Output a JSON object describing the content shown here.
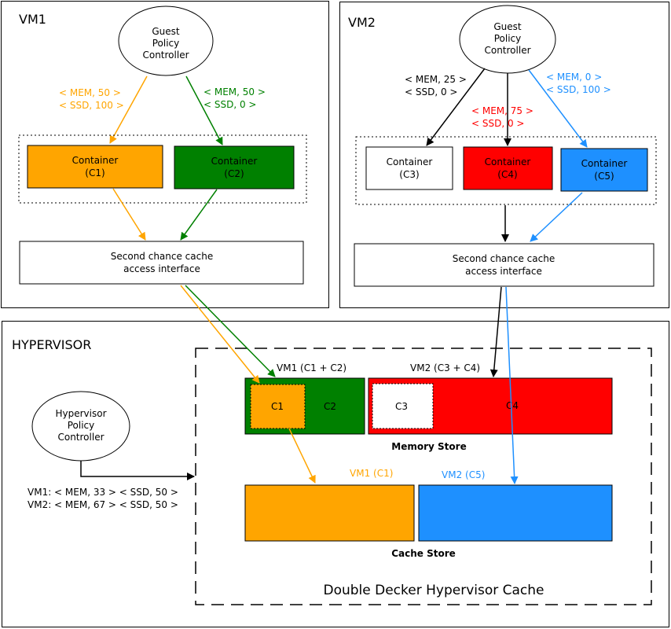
{
  "colors": {
    "orange": "#ffa500",
    "green": "#008000",
    "red": "#ff0000",
    "blue": "#1e90ff",
    "black": "#000000",
    "white": "#ffffff"
  },
  "vm1": {
    "title": "VM1",
    "controller": [
      "Guest",
      "Policy",
      "Controller"
    ],
    "label_c1": [
      "< MEM, 50 >",
      "< SSD, 100 >"
    ],
    "label_c2": [
      "< MEM, 50 >",
      "< SSD, 0 >"
    ],
    "c1": [
      "Container",
      "(C1)"
    ],
    "c2": [
      "Container",
      "(C2)"
    ],
    "interface": [
      "Second chance cache",
      "access interface"
    ]
  },
  "vm2": {
    "title": "VM2",
    "controller": [
      "Guest",
      "Policy",
      "Controller"
    ],
    "label_c3": [
      "< MEM, 25 >",
      "< SSD, 0 >"
    ],
    "label_c4": [
      "< MEM, 75 >",
      "< SSD, 0 >"
    ],
    "label_c5": [
      "< MEM, 0 >",
      "< SSD, 100 >"
    ],
    "c3": [
      "Container",
      "(C3)"
    ],
    "c4": [
      "Container",
      "(C4)"
    ],
    "c5": [
      "Container",
      "(C5)"
    ],
    "interface": [
      "Second chance cache",
      "access interface"
    ]
  },
  "hypervisor": {
    "title": "HYPERVISOR",
    "controller": [
      "Hypervisor",
      "Policy",
      "Controller"
    ],
    "alloc": [
      "VM1: < MEM, 33 > < SSD, 50 >",
      "VM2: < MEM, 67 > < SSD, 50 >"
    ],
    "mem_vm1_label": "VM1 (C1 + C2)",
    "mem_vm2_label": "VM2 (C3 + C4)",
    "mem_c1": "C1",
    "mem_c2": "C2",
    "mem_c3": "C3",
    "mem_c4": "C4",
    "memory_store": "Memory Store",
    "cache_vm1_label": "VM1 (C1)",
    "cache_vm2_label": "VM2 (C5)",
    "cache_store": "Cache Store",
    "ddc_title": "Double Decker Hypervisor Cache"
  }
}
